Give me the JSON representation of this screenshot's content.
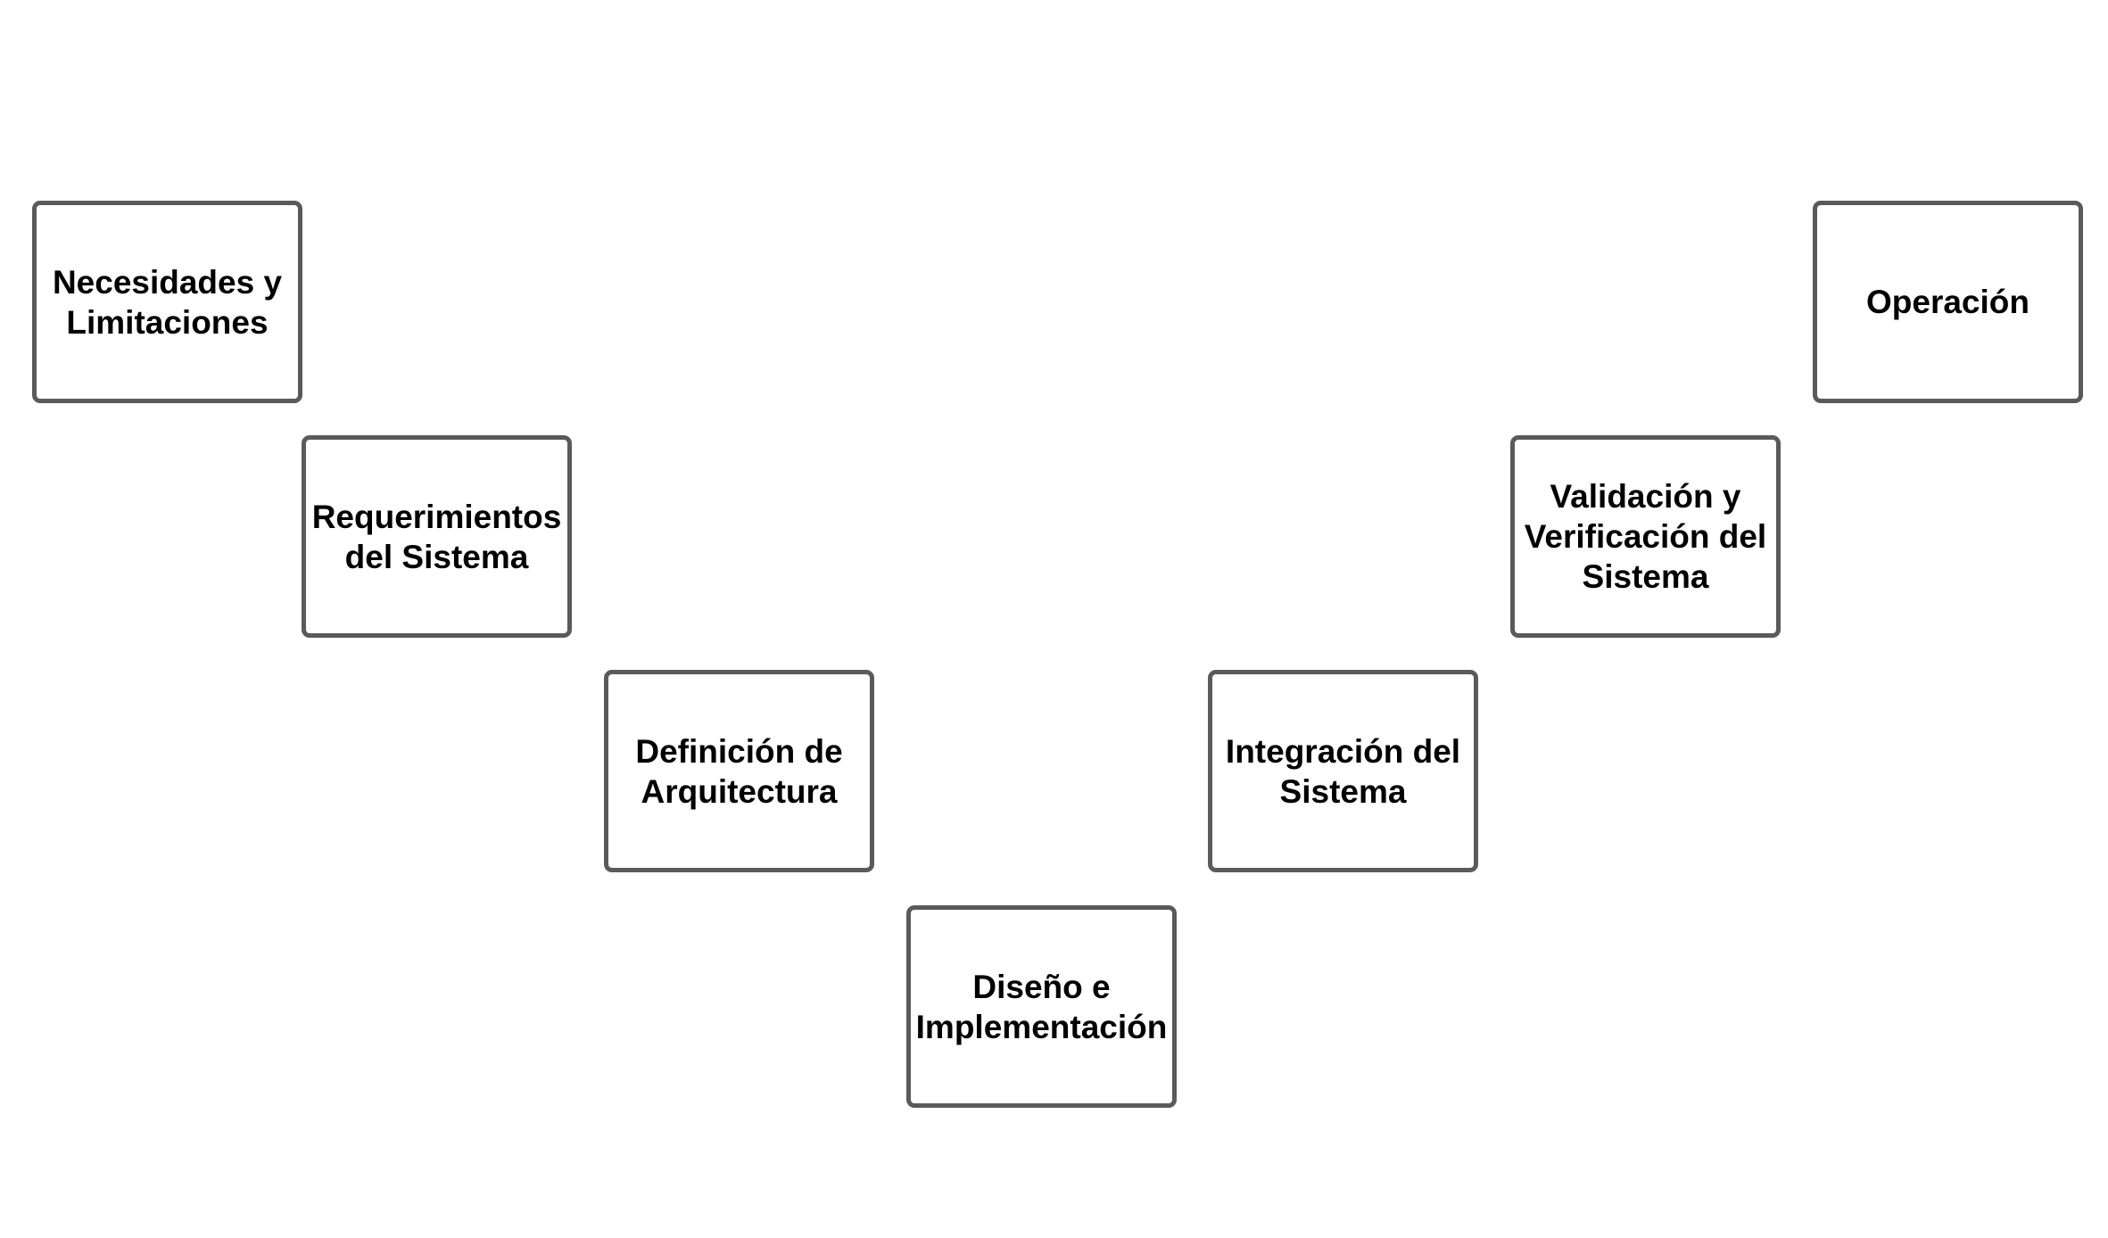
{
  "diagram": {
    "stages": [
      {
        "label": "Necesidades y\nLimitaciones"
      },
      {
        "label": "Requerimientos\ndel Sistema"
      },
      {
        "label": "Definición de\nArquitectura"
      },
      {
        "label": "Diseño e\nImplementación"
      },
      {
        "label": "Integración del\nSistema"
      },
      {
        "label": "Validación y\nVerificación del\nSistema"
      },
      {
        "label": "Operación"
      }
    ],
    "colors": {
      "border": "#5a5a5a",
      "text": "#000000",
      "background": "#ffffff"
    }
  }
}
